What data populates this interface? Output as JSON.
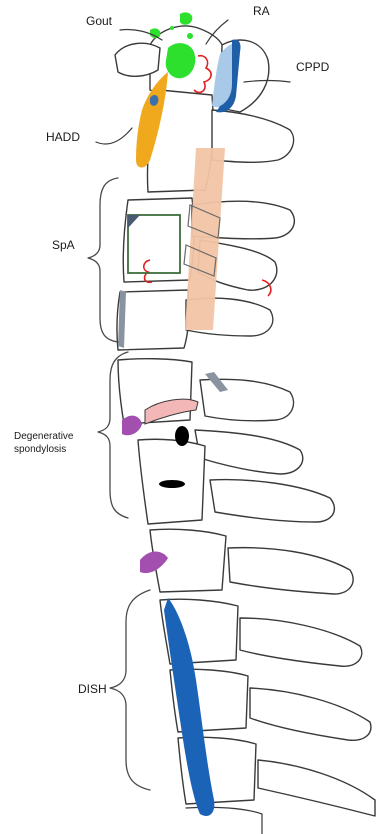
{
  "labels": {
    "gout": "Gout",
    "ra": "RA",
    "cppd": "CPPD",
    "hadd": "HADD",
    "spa": "SpA",
    "degenerative_line1": "Degenerative",
    "degenerative_line2": "spondylosis",
    "dish": "DISH"
  },
  "colors": {
    "gout_deposit": "#2ee02e",
    "hadd_calcification": "#f0a81c",
    "hadd_blue": "#3a6fb0",
    "ra_erosion": "#e02020",
    "cppd_light": "#a9c9e8",
    "cppd_dark": "#1f5fa8",
    "spa_bar": "#f2c4a4",
    "spa_box": "#3c6e3c",
    "degenerative_purple": "#a24fb0",
    "degenerative_pink": "#f3b7b7",
    "dish_blue": "#1b63b6",
    "outline": "#3a3a3a"
  }
}
